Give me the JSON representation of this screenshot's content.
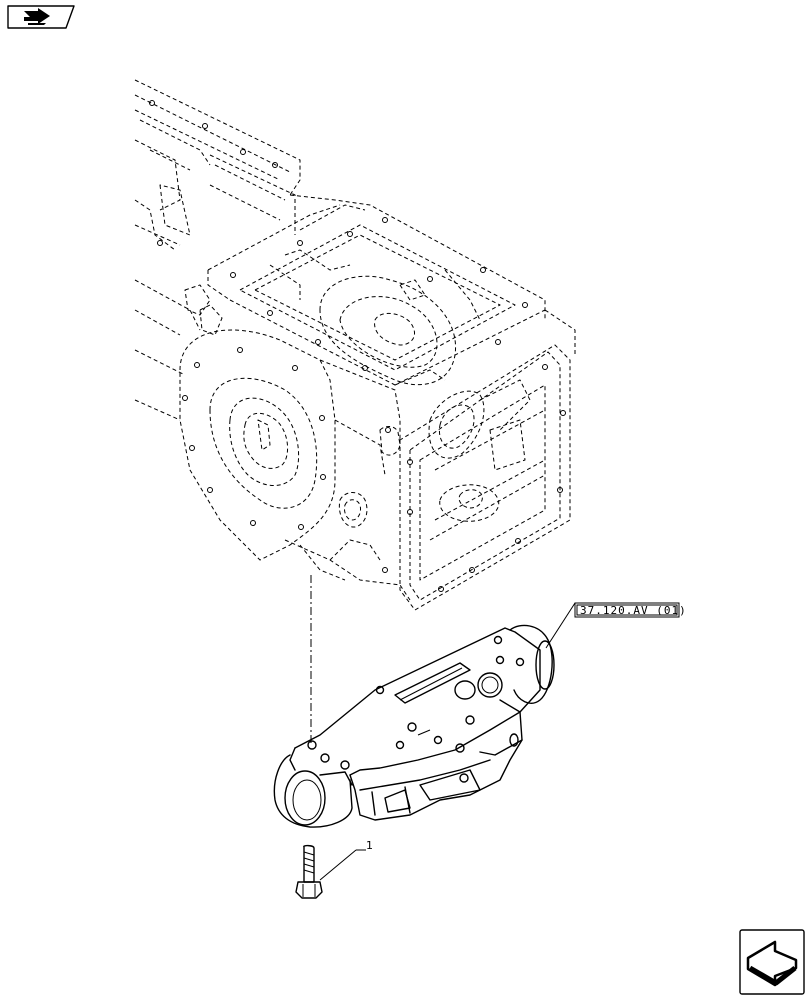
{
  "header": {
    "icon": "book-with-arrow-icon"
  },
  "footer": {
    "icon": "page-turn-arrow-icon"
  },
  "reference_label": "37.120.AV (01)",
  "callouts": [
    {
      "number": "1",
      "part": "bolt"
    }
  ],
  "components": [
    {
      "name": "rear-axle-housing",
      "style": "dashed"
    },
    {
      "name": "lift-arm-support",
      "style": "solid"
    },
    {
      "name": "bolt",
      "style": "solid"
    }
  ]
}
